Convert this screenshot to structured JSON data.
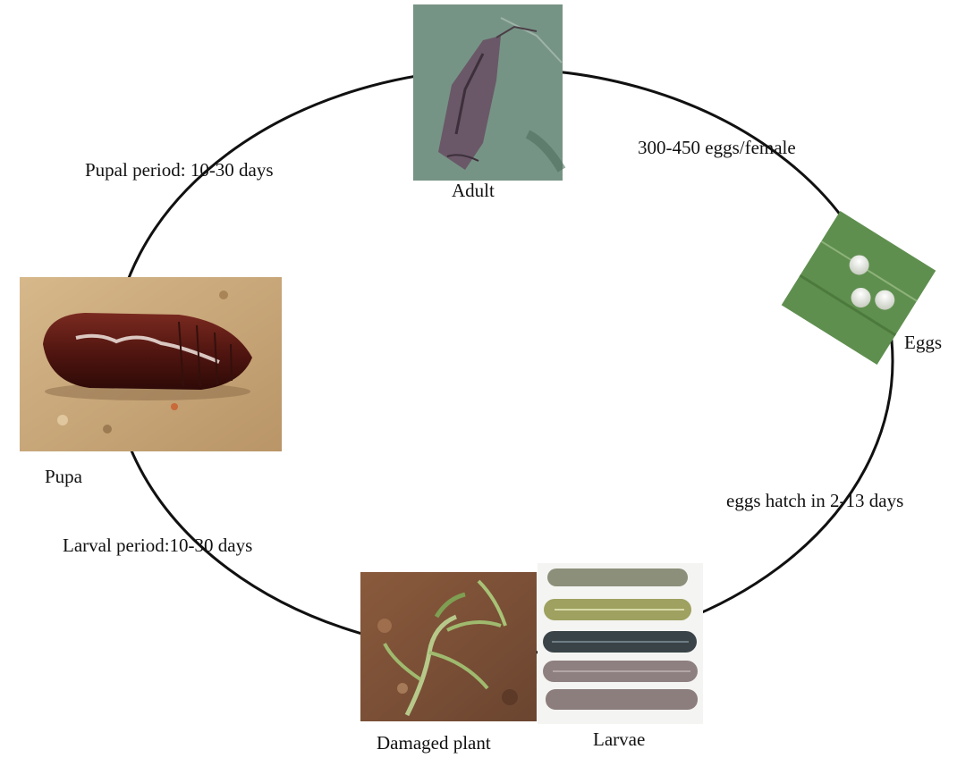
{
  "labels": {
    "adult": "Adult",
    "eggs": "Eggs",
    "larvae": "Larvae",
    "damaged_plant": "Damaged plant",
    "pupa": "Pupa"
  },
  "transitions": {
    "eggs_per_female": "300-450 eggs/female",
    "egg_hatch": "eggs hatch in 2-13 days",
    "larval_period": "Larval period:10-30 days",
    "pupal_period": "Pupal period: 10-30 days"
  },
  "colors": {
    "cycle_line": "#111111",
    "adult_moth": "#6f5c6c",
    "leaf_background": "#6f8f7f",
    "egg_leaf": "#5f8f4f",
    "egg": "#e8ebe3",
    "pupa_body": "#5a1a14",
    "soil": "#c9a97d",
    "larva": "#8c8f7a"
  }
}
